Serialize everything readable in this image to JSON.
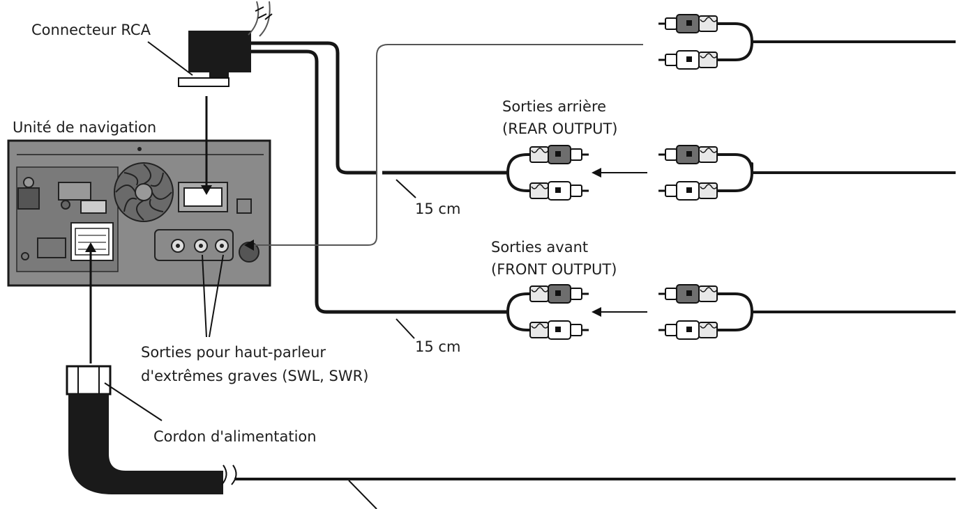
{
  "labels": {
    "rca_connector": "Connecteur RCA",
    "nav_unit": "Unité de navigation",
    "rear_title": "Sorties arrière",
    "rear_sub": "(REAR OUTPUT)",
    "front_title": "Sorties avant",
    "front_sub": "(FRONT OUTPUT)",
    "cm_rear": "15 cm",
    "cm_front": "15 cm",
    "sub_line1": "Sorties pour haut-parleur",
    "sub_line2": "d'extrêmes graves (SWL, SWR)",
    "power_cord": "Cordon d'alimentation"
  },
  "colors": {
    "cable": "#161616",
    "unit_body": "#8a8a8a",
    "plug_dark": "#6e6e6e",
    "plug_light": "#ffffff"
  }
}
